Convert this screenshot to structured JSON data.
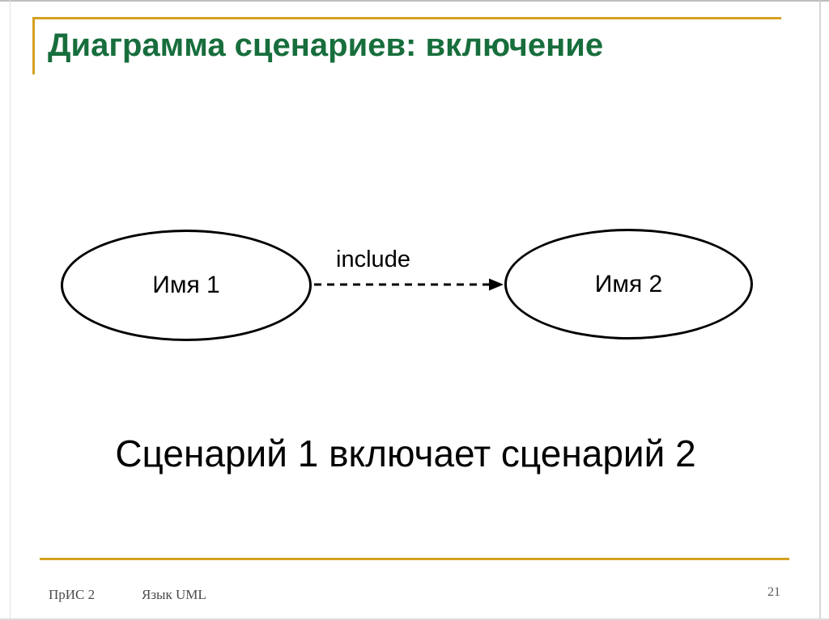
{
  "colors": {
    "title_green": "#176E3C",
    "accent_gold": "#D5A021",
    "diagram_black": "#000000",
    "footer_grey": "#4A4A4A"
  },
  "slide": {
    "title": "Диаграмма сценариев: включение",
    "diagram": {
      "type": "uml-use-case",
      "nodes": [
        {
          "label": "Имя 1",
          "shape": "ellipse"
        },
        {
          "label": "Имя 2",
          "shape": "ellipse"
        }
      ],
      "connector": {
        "label": "include",
        "style": "dashed",
        "arrow": "filled-triangle",
        "from": "Имя 1",
        "to": "Имя 2"
      }
    },
    "caption": "Сценарий 1 включает сценарий 2",
    "footer": {
      "course": "ПрИС 2",
      "topic": "Язык UML",
      "page_number": "21"
    }
  }
}
